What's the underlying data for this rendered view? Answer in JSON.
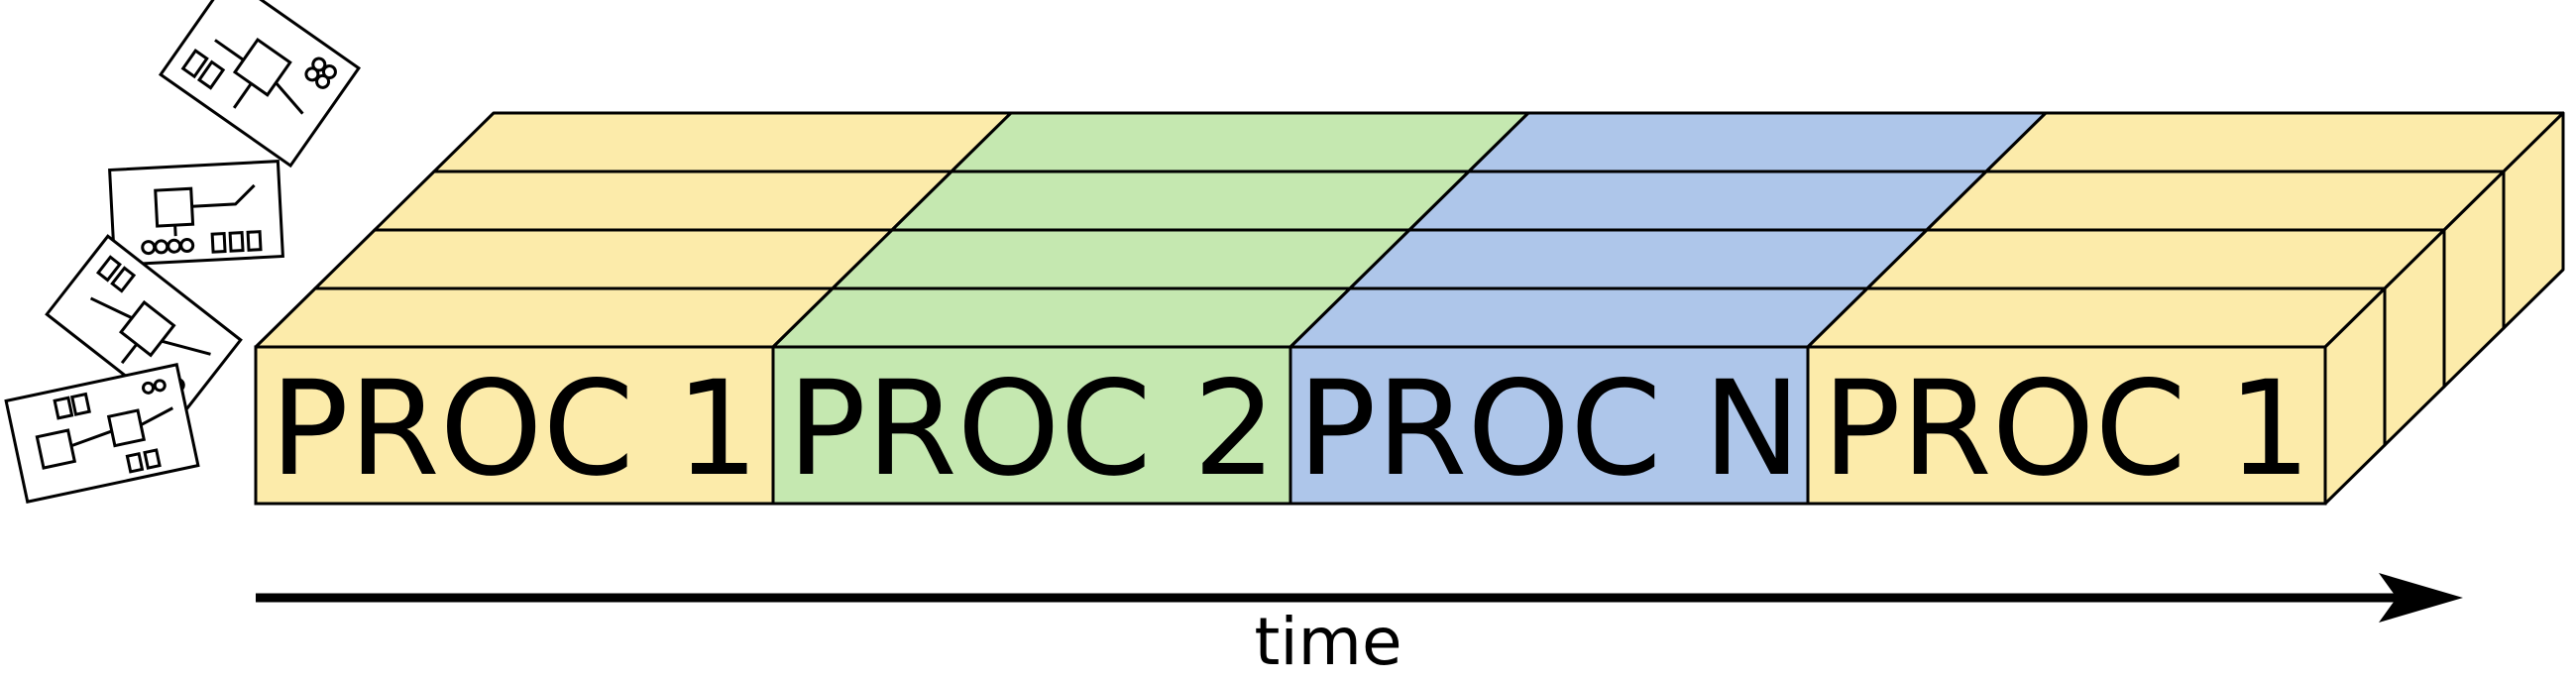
{
  "diagram": {
    "blocks": [
      {
        "label": "PROC 1",
        "color": "#FCEBAA"
      },
      {
        "label": "PROC 2",
        "color": "#C5E8B0"
      },
      {
        "label": "PROC N",
        "color": "#AEC6EA"
      },
      {
        "label": "PROC 1",
        "color": "#FCEBAA"
      }
    ],
    "layers": 4,
    "axis": {
      "label": "time"
    },
    "stroke_color": "#000000",
    "icon": "circuit-board-icon"
  }
}
